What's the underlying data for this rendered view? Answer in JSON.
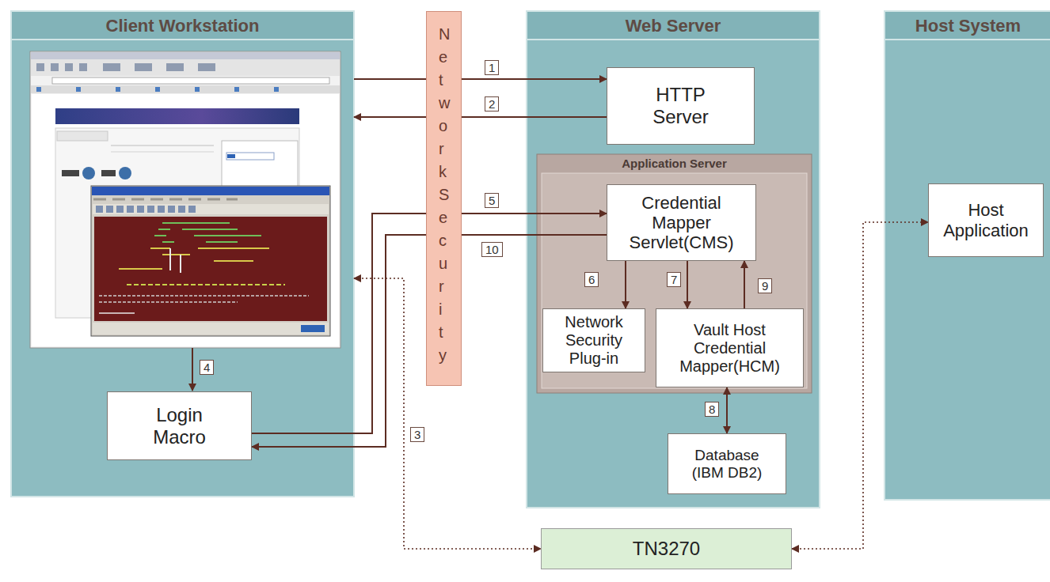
{
  "diagram": {
    "nodes": [
      {
        "text": [
          "Client Workstation"
        ]
      },
      {
        "text": [
          "Login Macro"
        ],
        "in": 0
      },
      {
        "text": [
          "Network Security"
        ]
      },
      {
        "text": [
          "Web Server"
        ]
      },
      {
        "text": [
          "HTTP Server"
        ],
        "in": 3
      },
      {
        "text": [
          "Application Server"
        ],
        "in": 3
      },
      {
        "text": [
          "Credential Mapper Servlet(CMS)"
        ],
        "in": 5
      },
      {
        "text": [
          "Network Security Plug-in"
        ],
        "in": 5
      },
      {
        "text": [
          "Vault Host Credential Mapper(HCM)"
        ],
        "in": 5
      },
      {
        "text": [
          "Database (IBM DB2)"
        ],
        "in": 3
      },
      {
        "text": [
          "Host System"
        ]
      },
      {
        "text": [
          "Host Application"
        ],
        "in": 10
      },
      {
        "text": [
          "TN3270"
        ]
      }
    ],
    "edges": [
      {
        "from": 0,
        "to": 4,
        "arrow": "to"
      },
      {
        "from": 4,
        "to": 0,
        "arrow": "to"
      },
      {
        "from": 0,
        "to": 12,
        "arrow": "both"
      },
      {
        "from": 12,
        "to": 11,
        "arrow": "both"
      },
      {
        "from": 1,
        "to": 6,
        "arrow": "to"
      },
      {
        "from": 6,
        "to": 1,
        "arrow": "to"
      },
      {
        "from": 6,
        "to": 7,
        "arrow": "to"
      },
      {
        "from": 6,
        "to": 8,
        "arrow": "to"
      },
      {
        "from": 8,
        "to": 6,
        "arrow": "to"
      },
      {
        "from": 8,
        "to": 9,
        "arrow": "both"
      }
    ],
    "labels": [
      "1",
      "2",
      "5",
      "10",
      "6",
      "7",
      "9",
      "4",
      "8",
      "3"
    ]
  }
}
